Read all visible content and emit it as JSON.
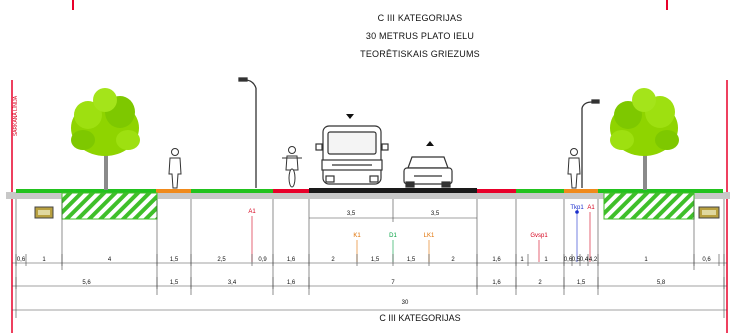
{
  "title": {
    "line1": "C III KATEGORIJAS",
    "line2": "30 METRUS PLATO IELU",
    "line3": "TEORĒTISKAIS GRIEZUMS"
  },
  "side_label": "SARKANĀ LĪNIJA",
  "bottom_title": "C III KATEGORIJAS",
  "lane_dims": [
    "3,5",
    "3,5"
  ],
  "markers": [
    {
      "label": "A1",
      "color": "#d6001c"
    },
    {
      "label": "K1",
      "color": "#e07000"
    },
    {
      "label": "D1",
      "color": "#00a040"
    },
    {
      "label": "LK1",
      "color": "#e07000"
    },
    {
      "label": "Gvsp1",
      "color": "#d6001c"
    },
    {
      "label": "Tkp1",
      "color": "#1a2ecc"
    },
    {
      "label": "A1",
      "color": "#d6001c"
    }
  ],
  "row1": [
    "0,6",
    "1",
    "4",
    "1,5",
    "2,5",
    "0,9",
    "1,6",
    "2",
    "1,5",
    "1,5",
    "2",
    "1,6",
    "1",
    "1",
    "0,6",
    "0,5",
    "0,4",
    "4,2",
    "1",
    "0,6"
  ],
  "row2": [
    "5,6",
    "1,5",
    "3,4",
    "1,6",
    "7",
    "1,6",
    "2",
    "1,5",
    "5,8"
  ],
  "row3": [
    "30"
  ],
  "colors": {
    "green": "#22c21e",
    "red": "#e8002a",
    "orange": "#f08a1c",
    "tree": "#8fd400",
    "hatch": "#3fbf2a",
    "road": "#1a1a1a"
  }
}
